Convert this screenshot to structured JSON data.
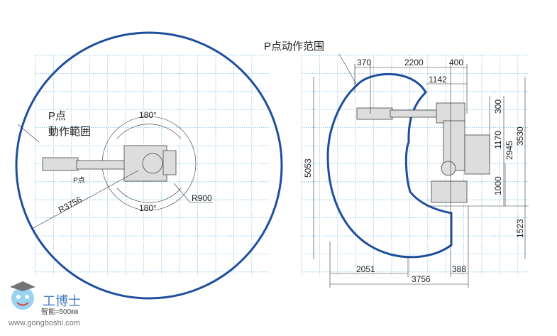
{
  "left_view": {
    "p_point_label": "P点",
    "range_label": "動作範囲",
    "angle_top": "180°",
    "angle_bottom": "180°",
    "p_point_small": "P点",
    "outer_radius": "R3756",
    "inner_radius": "R900"
  },
  "right_view": {
    "title": "P点动作范围",
    "dims": {
      "d370": "370",
      "d2200": "2200",
      "d400": "400",
      "d1142": "1142",
      "d300": "300",
      "d1170": "1170",
      "d2945": "2945",
      "d3530": "3530",
      "d5053": "5053",
      "d1000": "1000",
      "d1523": "1523",
      "d2051": "2051",
      "d3756": "3756",
      "d388": "388"
    }
  },
  "watermark": {
    "brand": "工博士",
    "tagline": "智能≈500㎜",
    "url": "www.gongboshi.com"
  },
  "colors": {
    "envelope": "#1f4f9c",
    "grid": "#8cc3e6"
  }
}
